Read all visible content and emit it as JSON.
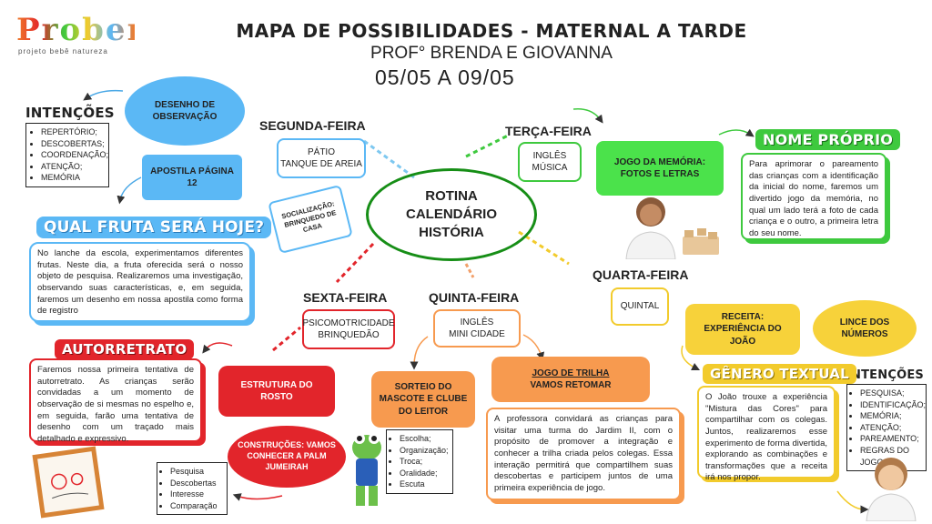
{
  "logo": {
    "name": "Proben",
    "tagline": "projeto bebê natureza"
  },
  "header": {
    "title": "MAPA DE POSSIBILIDADES - MATERNAL A TARDE",
    "subtitle": "PROF° BRENDA E GIOVANNA",
    "dates": "05/05 A 09/05"
  },
  "center": {
    "line1": "ROTINA",
    "line2": "CALENDÁRIO",
    "line3": "HISTÓRIA"
  },
  "desenho": {
    "label": "DESENHO DE OBSERVAÇÃO"
  },
  "apostila": {
    "label": "APOSTILA PÁGINA 12"
  },
  "intencoes_left": {
    "title": "INTENÇÕES",
    "items": [
      "REPERTÓRIO;",
      "DESCOBERTAS;",
      "COORDENAÇÃO;",
      "ATENÇÃO;",
      "MEMÓRIA"
    ]
  },
  "fruta": {
    "title": "QUAL FRUTA SERÁ HOJE?",
    "text": "No lanche da escola, experimentamos diferentes frutas. Neste dia, a fruta oferecida será o nosso objeto de pesquisa. Realizaremos uma investigação, observando suas características, e, em seguida, faremos um desenho em nossa apostila como forma de registro"
  },
  "segunda": {
    "title": "SEGUNDA-FEIRA",
    "activities": [
      "PÁTIO",
      "TANQUE DE AREIA"
    ],
    "card": "SOCIALIZAÇÃO: BRINQUEDO DE CASA"
  },
  "terca": {
    "title": "TERÇA-FEIRA",
    "activities": [
      "INGLÊS",
      "MÚSICA"
    ]
  },
  "memoria": {
    "label": "JOGO DA MEMÓRIA: FOTOS E LETRAS"
  },
  "nome": {
    "title": "NOME PRÓPRIO",
    "text": "Para aprimorar o pareamento das crianças com a identificação da inicial do nome, faremos um divertido jogo da memória, no qual um lado terá a foto de cada criança e o outro, a primeira letra do seu nome."
  },
  "quarta": {
    "title": "QUARTA-FEIRA",
    "activities": [
      "QUINTAL"
    ]
  },
  "receita": {
    "label": "RECEITA: EXPERIÊNCIA DO JOÃO"
  },
  "lince": {
    "label": "LINCE DOS NÚMEROS"
  },
  "intencoes_right": {
    "title": "INTENÇÕES",
    "items": [
      "PESQUISA;",
      "IDENTIFICAÇÃO;",
      "MEMÓRIA;",
      "ATENÇÃO;",
      "PAREAMENTO;",
      "REGRAS DO JOGO"
    ]
  },
  "genero": {
    "title": "GÊNERO TEXTUAL",
    "text": "O João trouxe a experiência \"Mistura das Cores\" para compartilhar com os colegas. Juntos, realizaremos esse experimento de forma divertida, explorando as combinações e transformações que a receita irá nos propor."
  },
  "quinta": {
    "title": "QUINTA-FEIRA",
    "activities": [
      "INGLÊS",
      "MINI CIDADE"
    ]
  },
  "sorteio": {
    "label": "SORTEIO DO MASCOTE E CLUBE DO LEITOR"
  },
  "sorteio_list": {
    "items": [
      "Escolha;",
      "Organização;",
      "Troca;",
      "Oralidade;",
      "Escuta"
    ]
  },
  "trilha": {
    "title_line1": "JOGO DE TRILHA",
    "title_line2": "VAMOS RETOMAR",
    "text": "A professora convidará as crianças para visitar uma turma do Jardim II, com o propósito de promover a integração e conhecer a trilha criada pelos colegas. Essa interação permitirá que compartilhem suas descobertas e participem juntos de uma primeira experiência de jogo."
  },
  "sexta": {
    "title": "SEXTA-FEIRA",
    "activities": [
      "PSICOMOTRICIDADE",
      "BRINQUEDÃO"
    ]
  },
  "autorretrato": {
    "title": "AUTORRETRATO",
    "text": "Faremos nossa primeira tentativa de autorretrato. As crianças serão convidadas a um momento de observação de si mesmas no espelho e, em seguida, farão uma tentativa de desenho com um traçado mais detalhado e expressivo."
  },
  "estrutura": {
    "label": "ESTRUTURA DO ROSTO"
  },
  "construcoes": {
    "label": "CONSTRUÇÕES: VAMOS CONHECER A PALM JUMEIRAH"
  },
  "pesquisa_list": {
    "items": [
      "Pesquisa",
      "Descobertas",
      "Interesse",
      "Comparação"
    ]
  },
  "colors": {
    "blue": "#5bb8f5",
    "green": "#3ec93e",
    "yellow": "#f7d23a",
    "orange": "#f79a4f",
    "red": "#e2252b"
  }
}
